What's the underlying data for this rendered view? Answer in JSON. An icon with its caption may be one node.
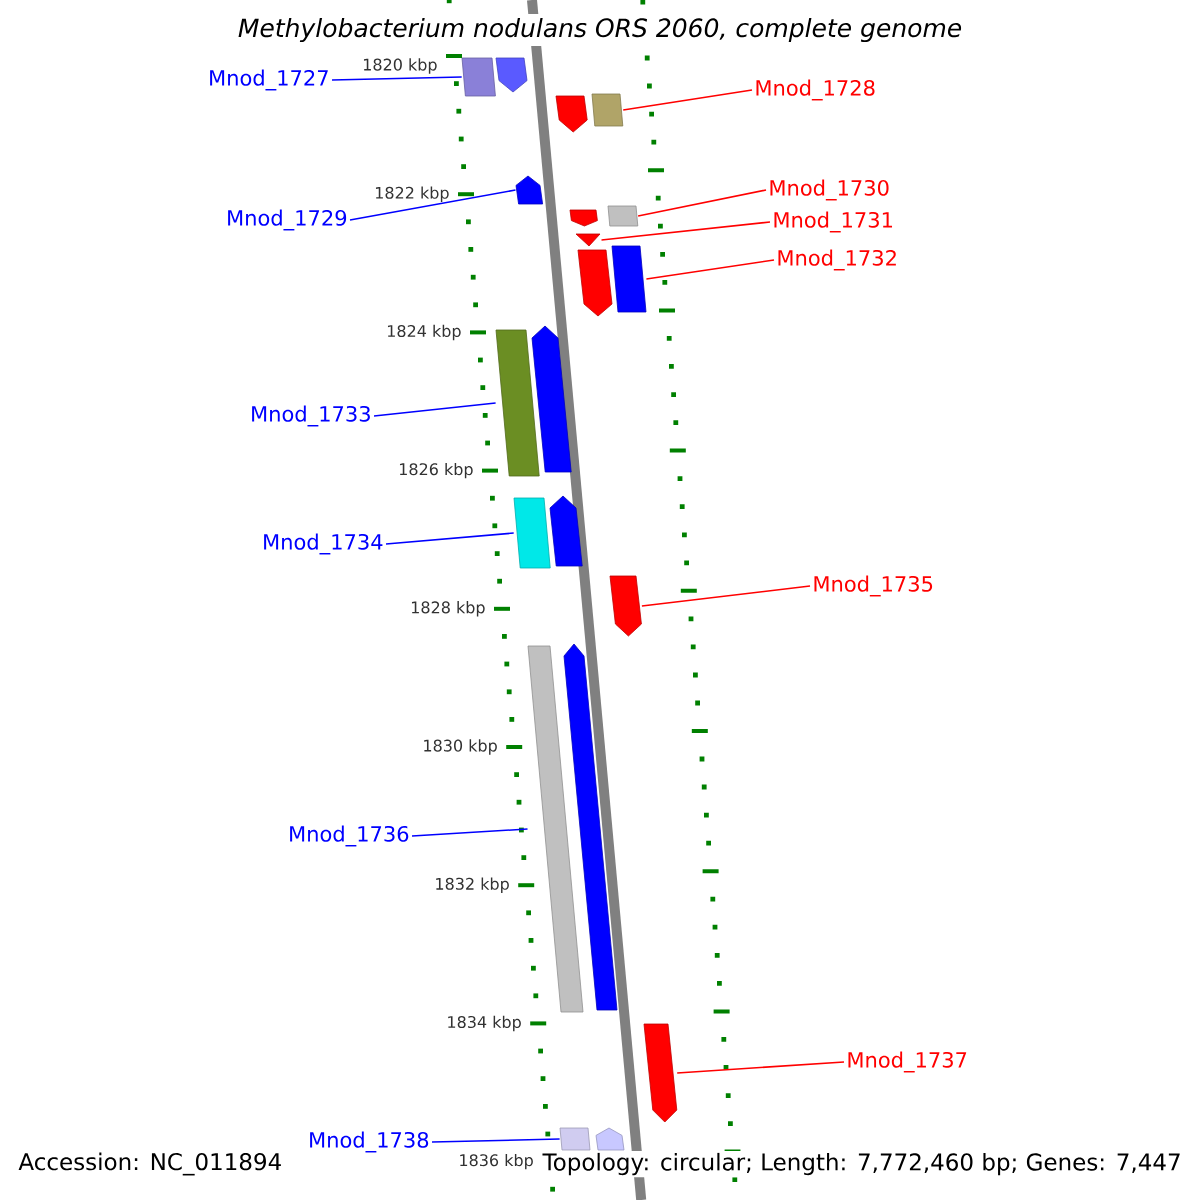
{
  "diagram": {
    "title": "Methylobacterium nodulans ORS 2060, complete genome",
    "nodes": [
      {
        "text": [
          "Mnod_1727"
        ]
      },
      {
        "text": [
          "Mnod_1728"
        ]
      },
      {
        "text": [
          "Mnod_1729"
        ]
      },
      {
        "text": [
          "Mnod_1730"
        ]
      },
      {
        "text": [
          "Mnod_1731"
        ]
      },
      {
        "text": [
          "Mnod_1732"
        ]
      },
      {
        "text": [
          "Mnod_1733"
        ]
      },
      {
        "text": [
          "Mnod_1734"
        ]
      },
      {
        "text": [
          "Mnod_1735"
        ]
      },
      {
        "text": [
          "Mnod_1736"
        ]
      },
      {
        "text": [
          "Mnod_1737"
        ]
      },
      {
        "text": [
          "Mnod_1738"
        ]
      },
      {
        "text": [],
        "shape": "bar"
      },
      {
        "text": [],
        "shape": "arrow"
      },
      {
        "text": [],
        "shape": "arrow"
      },
      {
        "text": [],
        "shape": "bar"
      },
      {
        "text": [],
        "shape": "arrow"
      },
      {
        "text": [],
        "shape": "arrow"
      },
      {
        "text": [],
        "shape": "bar"
      },
      {
        "text": [],
        "shape": "triangle"
      },
      {
        "text": [],
        "shape": "arrow"
      },
      {
        "text": [],
        "shape": "bar"
      },
      {
        "text": [],
        "shape": "bar"
      },
      {
        "text": [],
        "shape": "arrow"
      },
      {
        "text": [],
        "shape": "bar"
      },
      {
        "text": [],
        "shape": "arrow"
      },
      {
        "text": [],
        "shape": "arrow"
      },
      {
        "text": [],
        "shape": "bar"
      },
      {
        "text": [],
        "shape": "arrow"
      },
      {
        "text": [],
        "shape": "arrow"
      },
      {
        "text": [],
        "shape": "bar"
      },
      {
        "text": [],
        "shape": "arrow"
      }
    ],
    "edges": [
      {
        "from": 0,
        "to": 12,
        "arrow": "none"
      },
      {
        "from": 1,
        "to": 15,
        "arrow": "none",
        "color": "#ff0000"
      },
      {
        "from": 2,
        "to": 16,
        "arrow": "none"
      },
      {
        "from": 3,
        "to": 18,
        "arrow": "none",
        "color": "#ff0000"
      },
      {
        "from": 4,
        "to": 19,
        "arrow": "none",
        "color": "#ff0000"
      },
      {
        "from": 5,
        "to": 21,
        "arrow": "none",
        "color": "#ff0000"
      },
      {
        "from": 6,
        "to": 22,
        "arrow": "none"
      },
      {
        "from": 7,
        "to": 24,
        "arrow": "none"
      },
      {
        "from": 8,
        "to": 26,
        "arrow": "none",
        "color": "#ff0000"
      },
      {
        "from": 9,
        "to": 27,
        "arrow": "none"
      },
      {
        "from": 10,
        "to": 29,
        "arrow": "none",
        "color": "#ff0000"
      },
      {
        "from": 11,
        "to": 30,
        "arrow": "none"
      }
    ],
    "labels": [
      "1820 kbp",
      "1822 kbp",
      "1824 kbp",
      "1826 kbp",
      "1828 kbp",
      "1830 kbp",
      "1832 kbp",
      "1834 kbp",
      "1836 kbp",
      "Accession: NC_011894",
      "Topology: circular; Length: 7,772,460 bp; Genes: 7,447"
    ]
  }
}
